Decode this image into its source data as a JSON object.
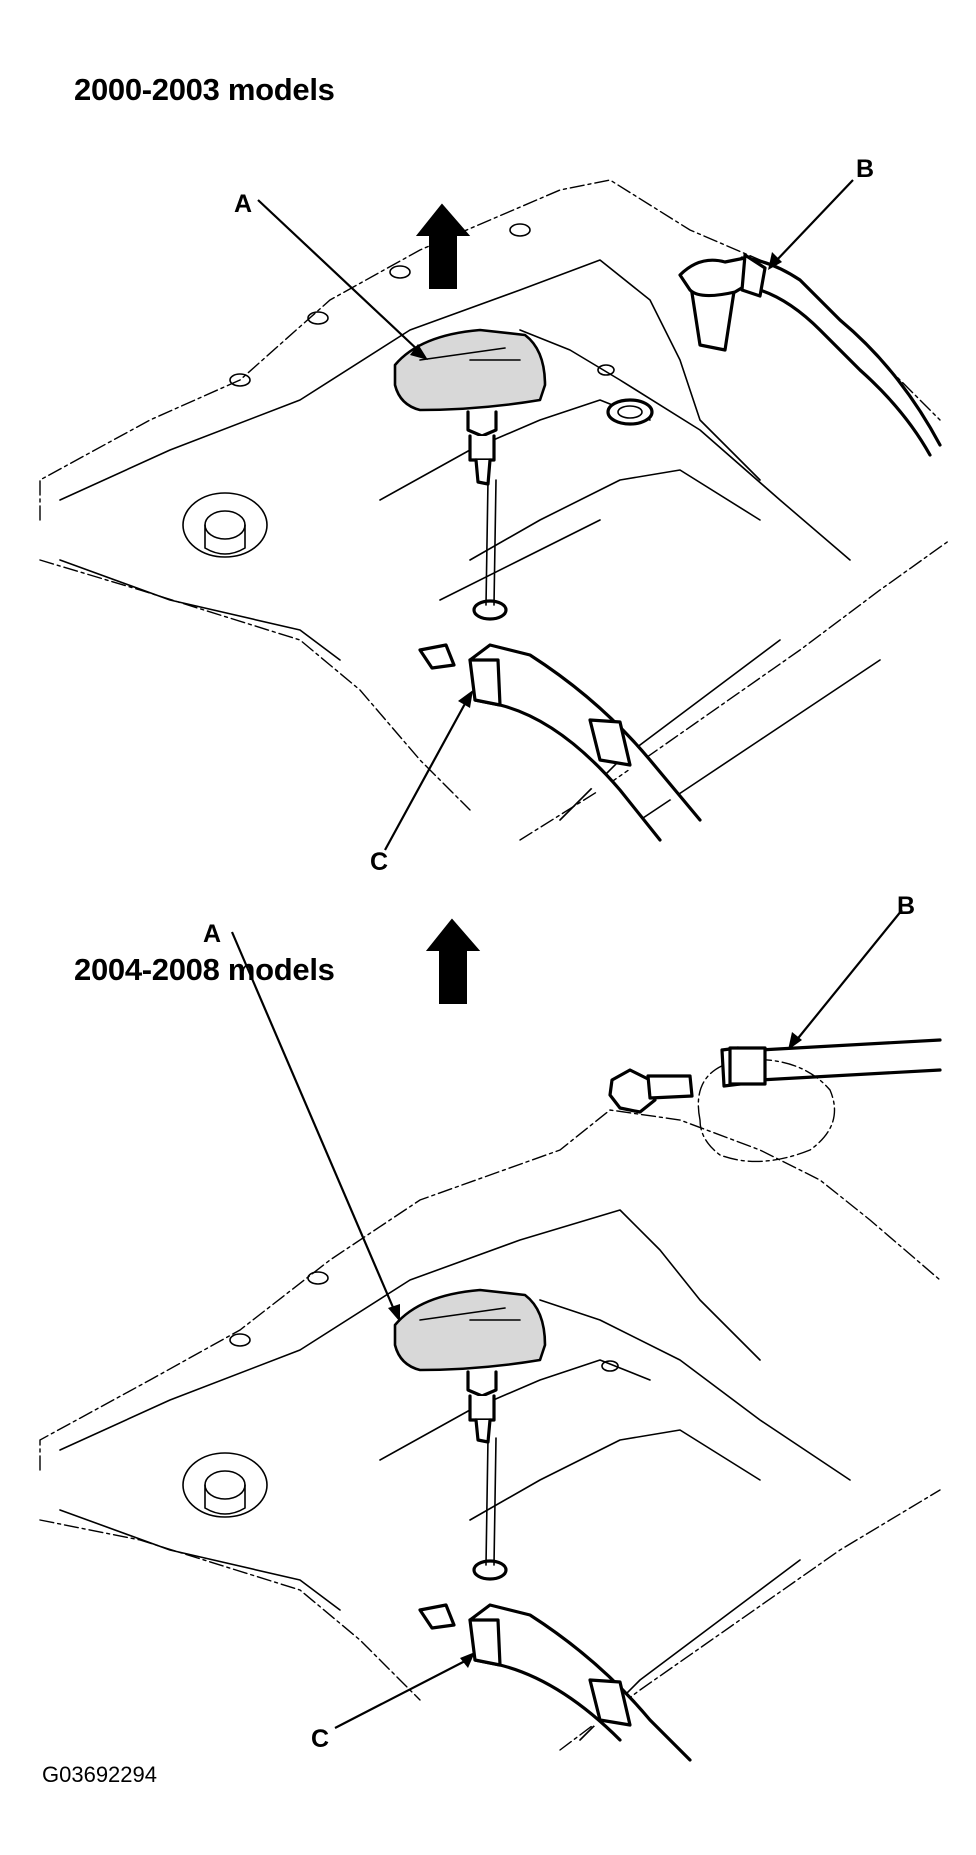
{
  "panels": [
    {
      "title": "2000-2003 models",
      "callouts": {
        "a": "A",
        "b": "B",
        "c": "C"
      }
    },
    {
      "title": "2004-2008 models",
      "callouts": {
        "a": "A",
        "b": "B",
        "c": "C"
      }
    }
  ],
  "figure_id": "G03692294",
  "icons": {
    "removal_arrow": "up-arrow-icon"
  }
}
